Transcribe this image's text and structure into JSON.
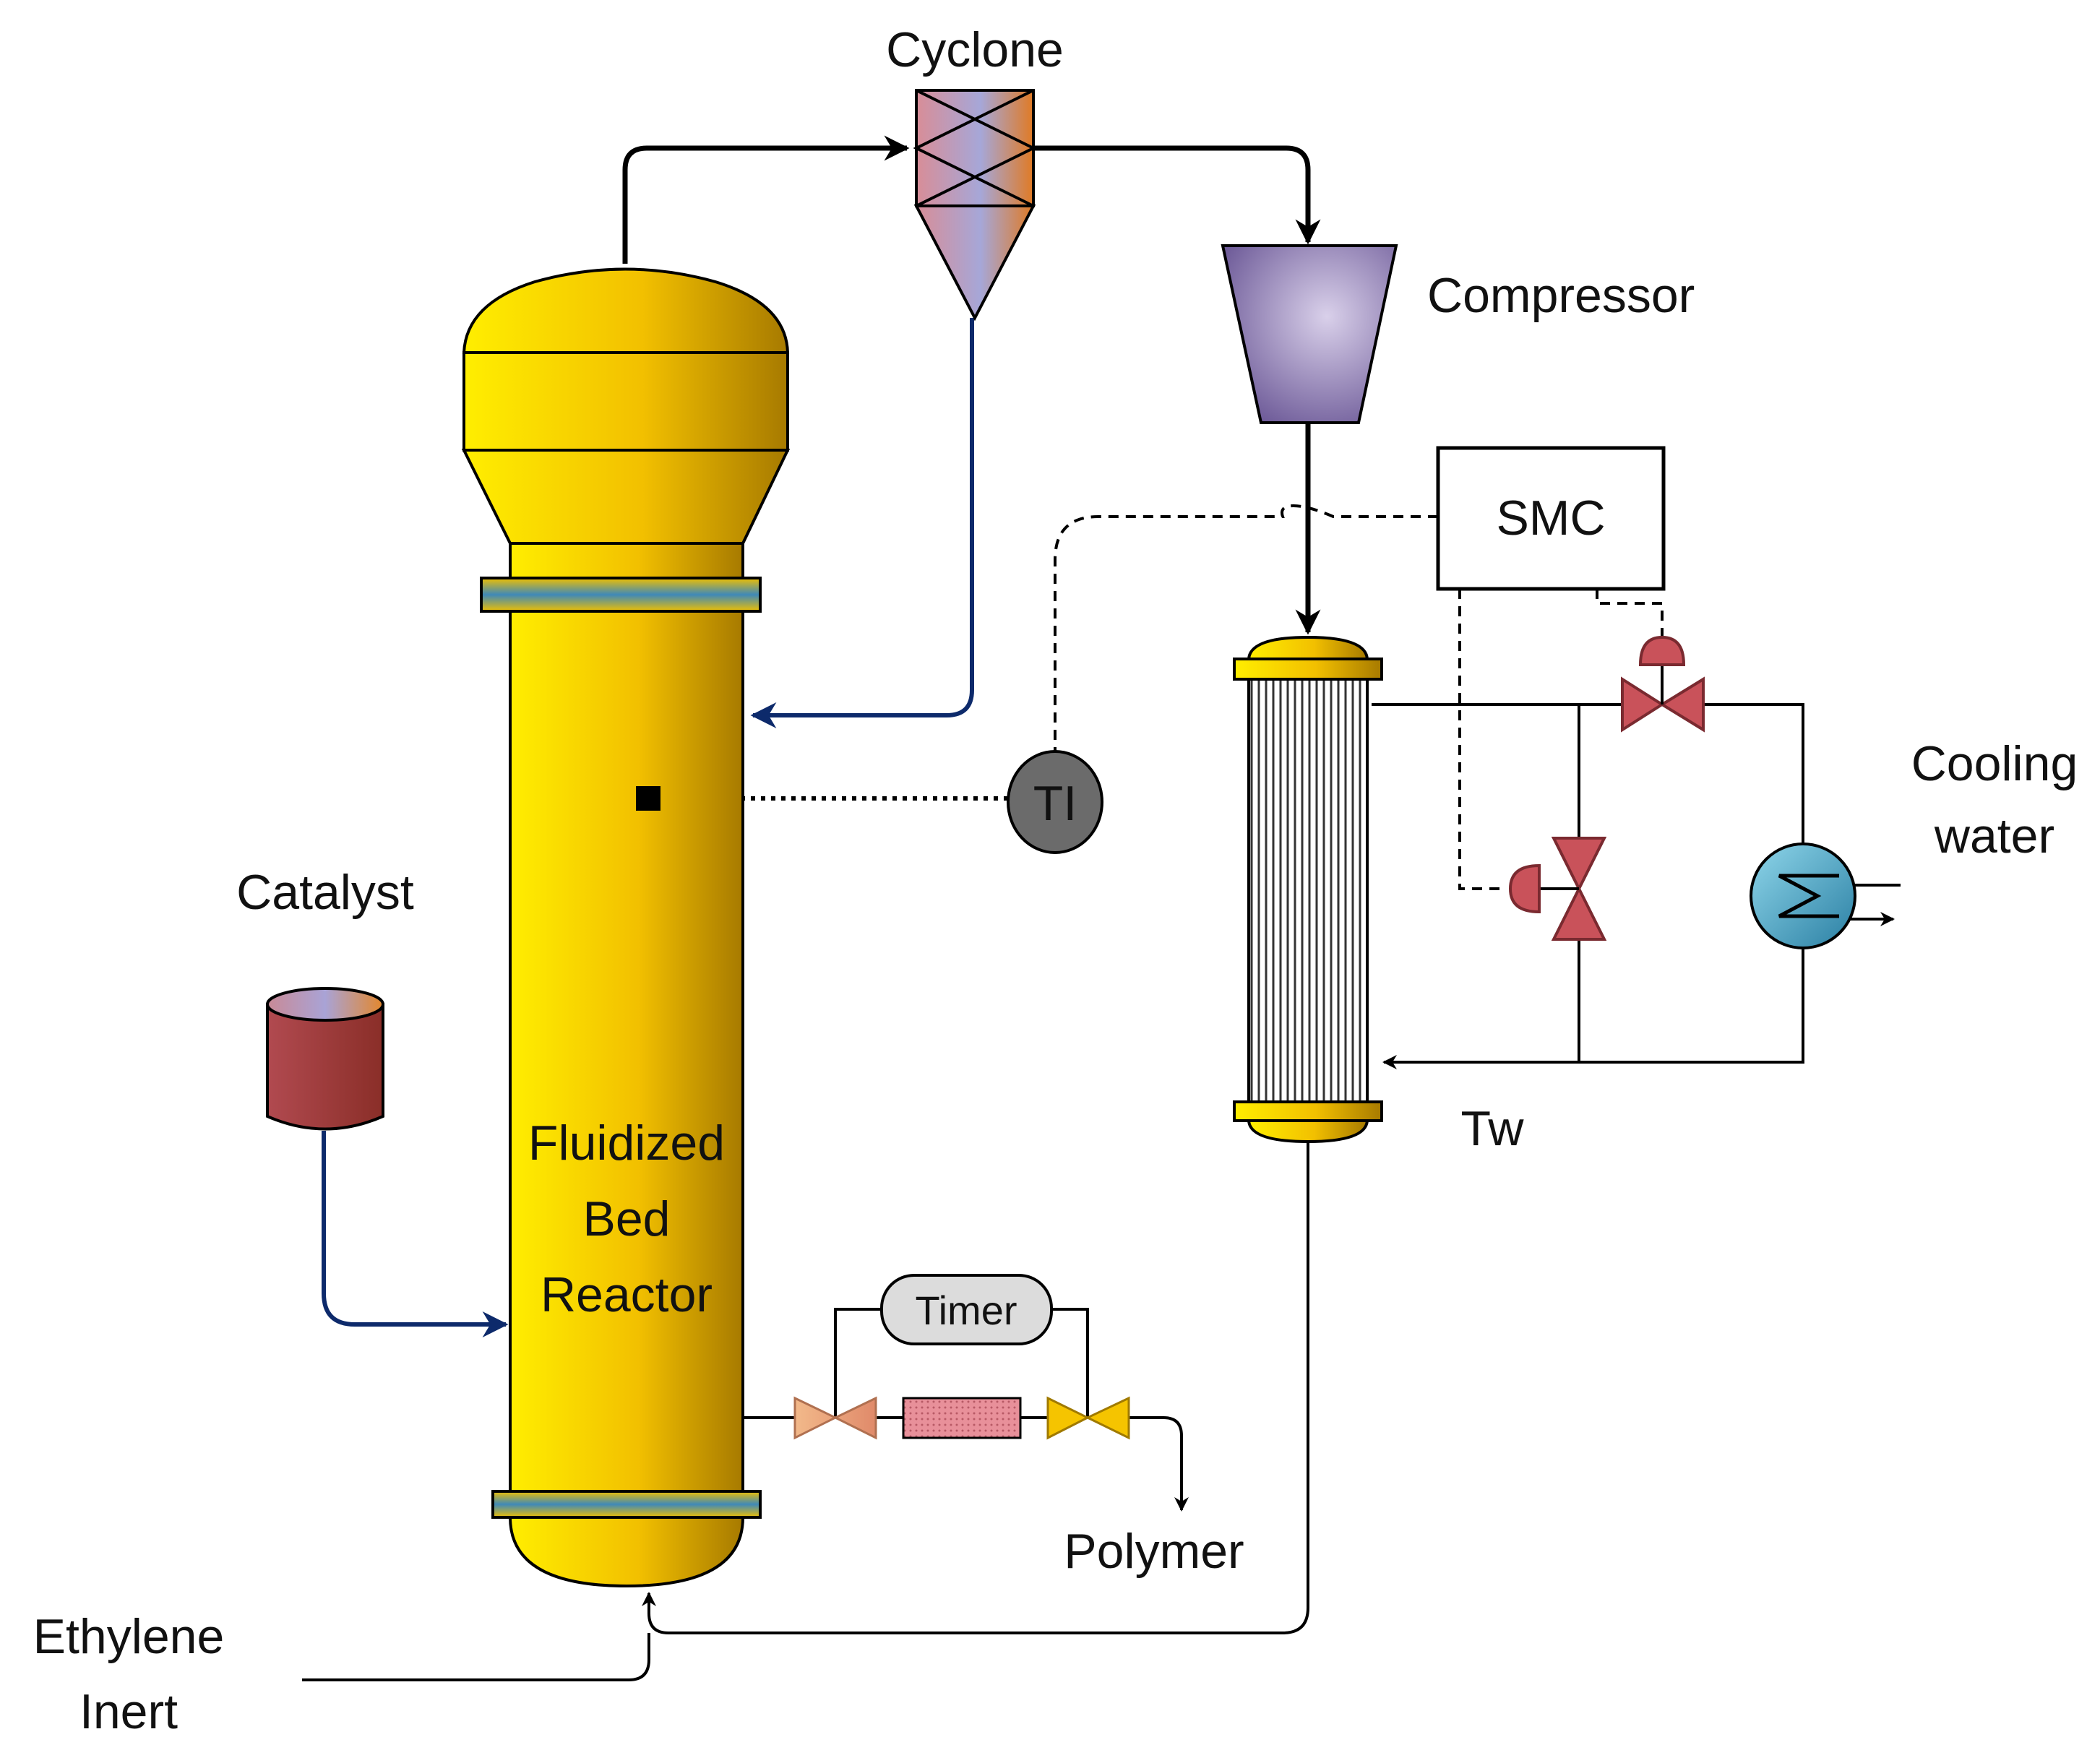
{
  "labels": {
    "cyclone": "Cyclone",
    "compressor": "Compressor",
    "smc": "SMC",
    "ti": "TI",
    "catalyst": "Catalyst",
    "reactor_line1": "Fluidized",
    "reactor_line2": "Bed",
    "reactor_line3": "Reactor",
    "timer": "Timer",
    "polymer": "Polymer",
    "cooling_line1": "Cooling",
    "cooling_line2": "water",
    "tw": "Tw",
    "feed_line1": "Ethylene",
    "feed_line2": "Inert"
  },
  "colors": {
    "reactor": "#f5c400",
    "catalyst_drum": "#9b3a33",
    "cyclone": "#c79aa3",
    "compressor": "#a894c4",
    "valve_red": "#c9525a",
    "heat_exchanger": "#4aa8c6",
    "ti_circle": "#6b6b6b",
    "catalyst_line": "#0d2a6b"
  }
}
